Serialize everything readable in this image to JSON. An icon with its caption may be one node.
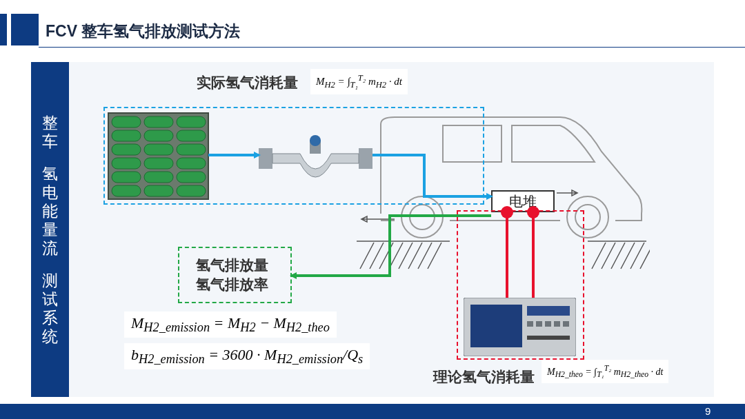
{
  "diagram": {
    "title": "FCV 整车氢气排放测试方法",
    "nodes": [
      {
        "text": [
          "整车",
          "氢电能量流",
          "测试系统"
        ]
      },
      {
        "text": [
          "实际氢气消耗量",
          "M$_{H2}$ = ∫$_{T₁}$$^{T₂}$ m$_{H2}$ · dt"
        ]
      },
      {
        "text": [],
        "shape": "picture",
        "in": 1
      },
      {
        "text": [],
        "shape": "picture",
        "in": 1
      },
      {
        "text": [
          "电堆"
        ]
      },
      {
        "text": [
          "理论氢气消耗量",
          "M$_{H2_theo}$ = ∫$_{T₁}$$^{T₂}$ m$_{H2_theo}$ · dt"
        ]
      },
      {
        "text": [],
        "shape": "picture",
        "in": 5
      },
      {
        "text": [
          "氢气排放量",
          "氢气排放率"
        ]
      }
    ],
    "edges": [
      {
        "from": 2,
        "to": 3,
        "arrow": "to",
        "color": "#1ba1e2"
      },
      {
        "from": 3,
        "to": 4,
        "arrow": "to",
        "color": "#1ba1e2"
      },
      {
        "from": 4,
        "to": 7,
        "arrow": "to",
        "color": "#22a846"
      },
      {
        "from": 4,
        "to": 6,
        "arrow": "other",
        "color": "#e8112d"
      },
      {
        "from": 4,
        "to": 6,
        "arrow": "other",
        "color": "#e8112d"
      }
    ],
    "labels": [
      "M$_{H2_emission}$ = M$_{H2}$ − M$_{H2_theo}$",
      "b$_{H2_emission}$ = 3600 · M$_{H2_emission}$/Q$_{s}$",
      "9"
    ]
  }
}
